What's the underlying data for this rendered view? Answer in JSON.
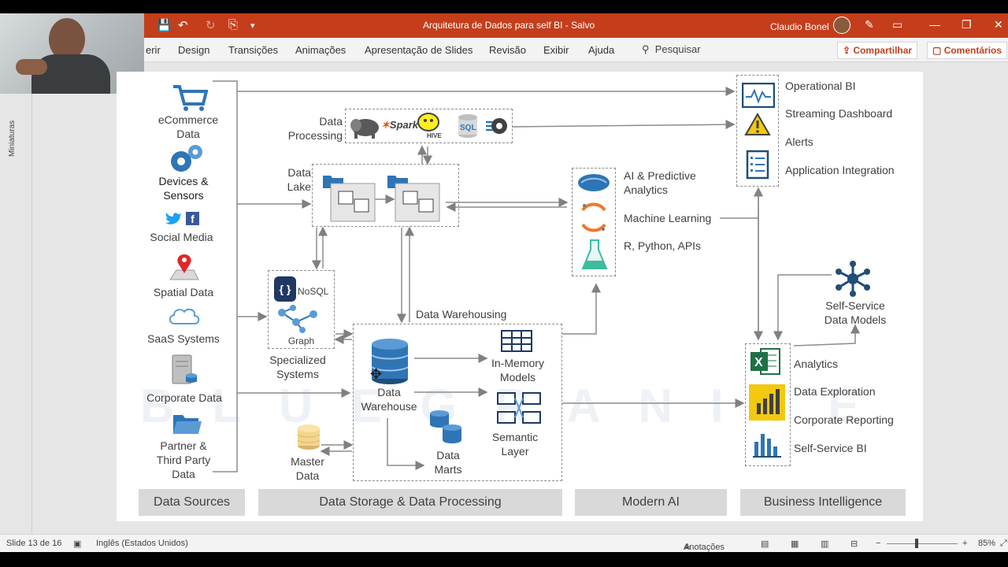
{
  "window": {
    "title": "Arquitetura de Dados para self BI  -  Salvo",
    "user": "Claudio Bonel"
  },
  "ribbon": {
    "tabs": [
      "erir",
      "Design",
      "Transições",
      "Animações",
      "Apresentação de Slides",
      "Revisão",
      "Exibir",
      "Ajuda"
    ],
    "search": "Pesquisar",
    "share": "Compartilhar",
    "comments": "Comentários"
  },
  "left_pane": {
    "label": "Miniaturas"
  },
  "slide": {
    "sources": {
      "ecommerce": "eCommerce\nData",
      "devices": "Devices &\nSensors",
      "social": "Social Media",
      "spatial": "Spatial Data",
      "saas": "SaaS Systems",
      "corporate": "Corporate Data",
      "partner": "Partner &\nThird Party\nData"
    },
    "processing": {
      "data_processing": "Data\nProcessing",
      "data_lake": "Data\nLake",
      "nosql": "NoSQL",
      "graph": "Graph",
      "specialized": "Specialized\nSystems",
      "master_data": "Master\nData",
      "data_warehousing": "Data Warehousing",
      "data_warehouse": "Data\nWarehouse",
      "in_memory": "In-Memory\nModels",
      "semantic": "Semantic\nLayer",
      "data_marts": "Data\nMarts",
      "spark": "Spark",
      "hive": "HIVE",
      "sql": "SQL"
    },
    "ai": {
      "predictive": "AI & Predictive\nAnalytics",
      "ml": "Machine Learning",
      "r_python": "R, Python, APIs"
    },
    "bi": {
      "operational": "Operational BI",
      "streaming": "Streaming Dashboard",
      "alerts": "Alerts",
      "app_integration": "Application Integration",
      "self_service_models": "Self-Service\nData Models",
      "analytics": "Analytics",
      "exploration": "Data Exploration",
      "reporting": "Corporate Reporting",
      "self_service_bi": "Self-Service BI"
    },
    "categories": [
      "Data Sources",
      "Data Storage & Data Processing",
      "Modern AI",
      "Business Intelligence"
    ],
    "watermark": "BLUEGRANITE"
  },
  "status": {
    "slide": "Slide 13 de 16",
    "language": "Inglês (Estados Unidos)",
    "notes": "Anotações",
    "zoom": "85%"
  },
  "colors": {
    "accent": "#c43e1c",
    "icon_blue": "#2e75b6",
    "excel_green": "#1e7145",
    "powerbi_yellow": "#f2c811"
  }
}
